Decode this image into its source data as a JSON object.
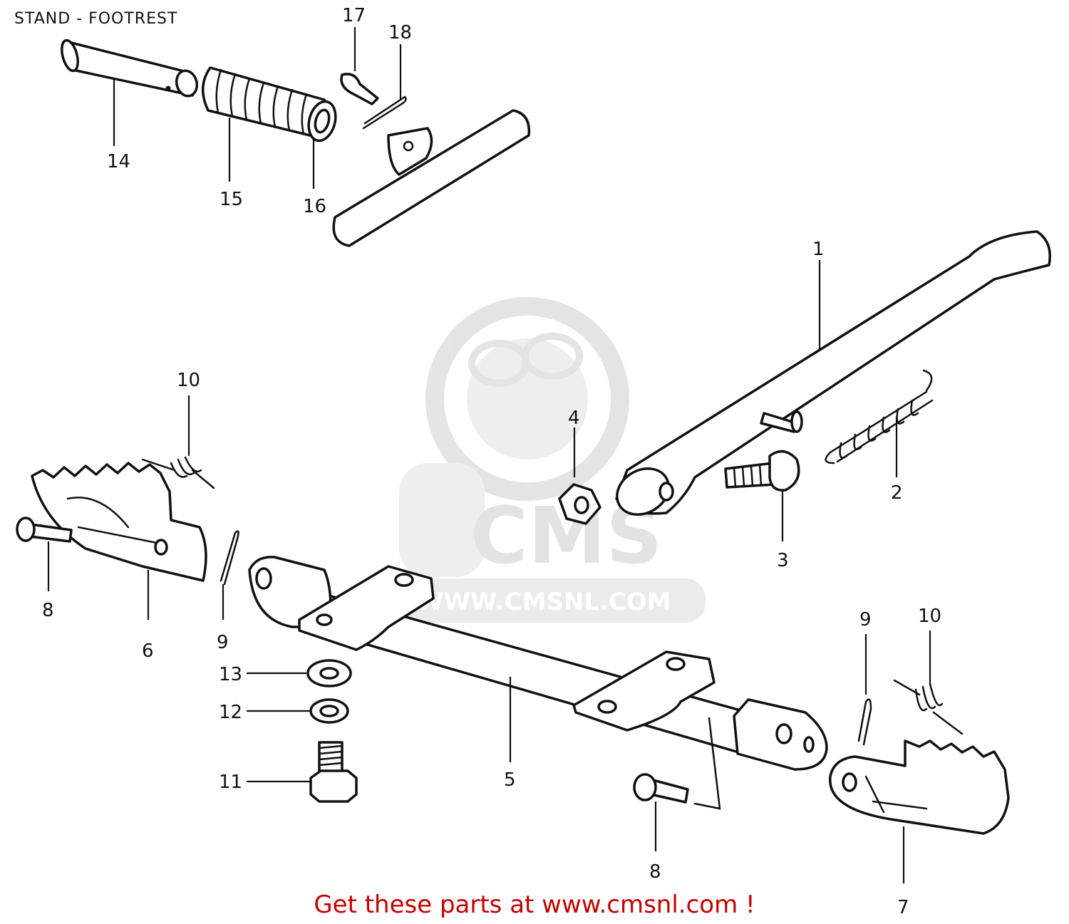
{
  "title": "STAND - FOOTREST",
  "footer": "Get these parts at www.cmsnl.com !",
  "watermark": {
    "logo_text": "CMS",
    "url_text": "WWW.CMSNL.COM"
  },
  "callouts": {
    "c1": "1",
    "c2": "2",
    "c3": "3",
    "c4": "4",
    "c5": "5",
    "c6": "6",
    "c7": "7",
    "c8a": "8",
    "c8b": "8",
    "c9a": "9",
    "c9b": "9",
    "c10a": "10",
    "c10b": "10",
    "c11": "11",
    "c12": "12",
    "c13": "13",
    "c14": "14",
    "c15": "15",
    "c16": "16",
    "c17": "17",
    "c18": "18"
  },
  "colors": {
    "footer": "#c40000",
    "line": "#111111",
    "watermark": "#dcdcdc"
  }
}
